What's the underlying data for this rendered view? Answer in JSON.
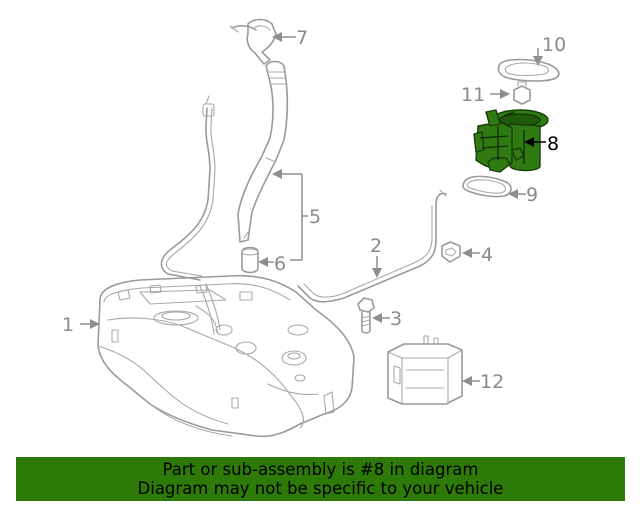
{
  "callouts": {
    "c1": "1",
    "c2": "2",
    "c3": "3",
    "c4": "4",
    "c5": "5",
    "c6": "6",
    "c7": "7",
    "c8": "8",
    "c9": "9",
    "c10": "10",
    "c11": "11",
    "c12": "12"
  },
  "highlighted_part": "8",
  "highlight_color": "#2e7a08",
  "banner": {
    "line1": "Part or sub-assembly is #8 in diagram",
    "line2": "Diagram may not be specific to your vehicle"
  }
}
